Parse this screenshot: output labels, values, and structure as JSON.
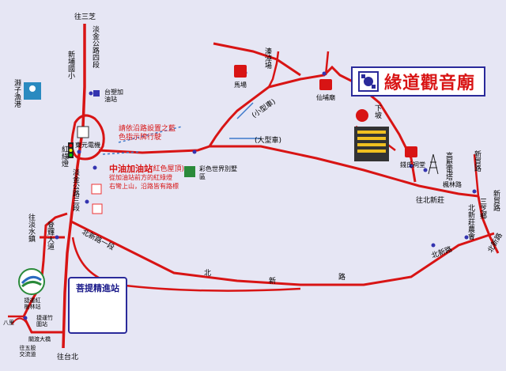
{
  "title": "緣道觀音廟",
  "roads": {
    "to_sanzhi": "往三芝",
    "danjin_4": "淡金公路四段",
    "danjin_3": "淡金公路三段",
    "to_danshui": "往淡水鎮",
    "dengshu": "登輝大道",
    "beixin_1": "北新路一段",
    "beixin_road": [
      "北",
      "新",
      "路"
    ],
    "beixin_road_east": "北新路",
    "to_beixinzhuang_east": "往北新莊",
    "to_beixinzhuang_road": "往北新莊",
    "to_taipei": "往台北",
    "small_car": "(小型車)",
    "big_car": "(大型車)",
    "fenglin": "楓林路",
    "xinfuxian": "新貿路",
    "beixin_right": "北新路"
  },
  "places": {
    "xinpu_elementary": "新埔國小",
    "zhuwei_fishing": "淵子漁港",
    "taisu_station": "台塑加油站",
    "dongyuan": "東元電機",
    "honglu_light": "紅綠燈",
    "zhongyou_station": "中油加油站",
    "zhongyou_red": "(紅色屋頂)",
    "colorful_world": "彩色世界別墅區",
    "hunting_field": "馬場",
    "chunzhu": "溱淖場",
    "xianwu_temple": "仙埔廟",
    "xiabo": "下坡",
    "fengs_house": "錢氏祠堂",
    "gaoya_tower": "高壓電塔",
    "beixin_farm": "北新莊農會",
    "sanzhi_town": "三芝鄉",
    "mrt_hongshulin": "捷運紅樹林站",
    "mrt_zhuwei": "捷運竹圍站",
    "guandu_bridge": "關渡大橋",
    "bali": "八里",
    "bus_station": "菩提精進站",
    "wugu_interchange": "往五股交流道"
  },
  "notes": {
    "follow_signs": "請依沿路設置之藍色指示牌行駛",
    "zhongyou_note1": "從加油站前方的紅綠燈",
    "zhongyou_note2": "右彎上山，沿路皆有路標"
  }
}
